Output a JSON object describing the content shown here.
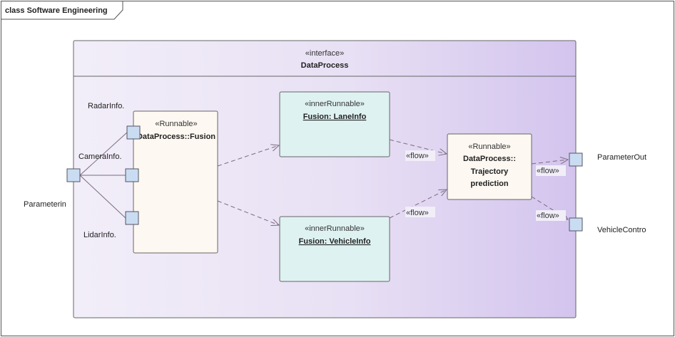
{
  "frame": {
    "title": "class Software Engineering"
  },
  "interface": {
    "stereotype": "«interface»",
    "name": "DataProcess"
  },
  "fusion": {
    "stereotype": "«Runnable»",
    "name": "DataProcess::Fusion"
  },
  "lane_info": {
    "stereotype": "«innerRunnable»",
    "name": "Fusion: LaneInfo"
  },
  "vehicle_info": {
    "stereotype": "«innerRunnable»",
    "name": "Fusion: VehicleInfo"
  },
  "trajectory": {
    "stereotype": "«Runnable»",
    "name_lines": [
      "DataProcess::",
      "Trajectory",
      "prediction"
    ]
  },
  "ports": {
    "radar": "RadarInfo.",
    "camera": "CameraInfo.",
    "lidar": "LidarInfo.",
    "parameter_in": "Parameterin",
    "parameter_out": "ParameterOut",
    "vehicle_control": "VehicleContro"
  },
  "flow_label": "«flow»",
  "colors": {
    "interface_fill_start": "#f0ecf8",
    "interface_fill_end": "#d7c9ef",
    "runnable_fill": "#fdf8f1",
    "inner_fill": "#dff2f2",
    "port_fill": "#c9dcf2",
    "line": "#7a6a80"
  }
}
